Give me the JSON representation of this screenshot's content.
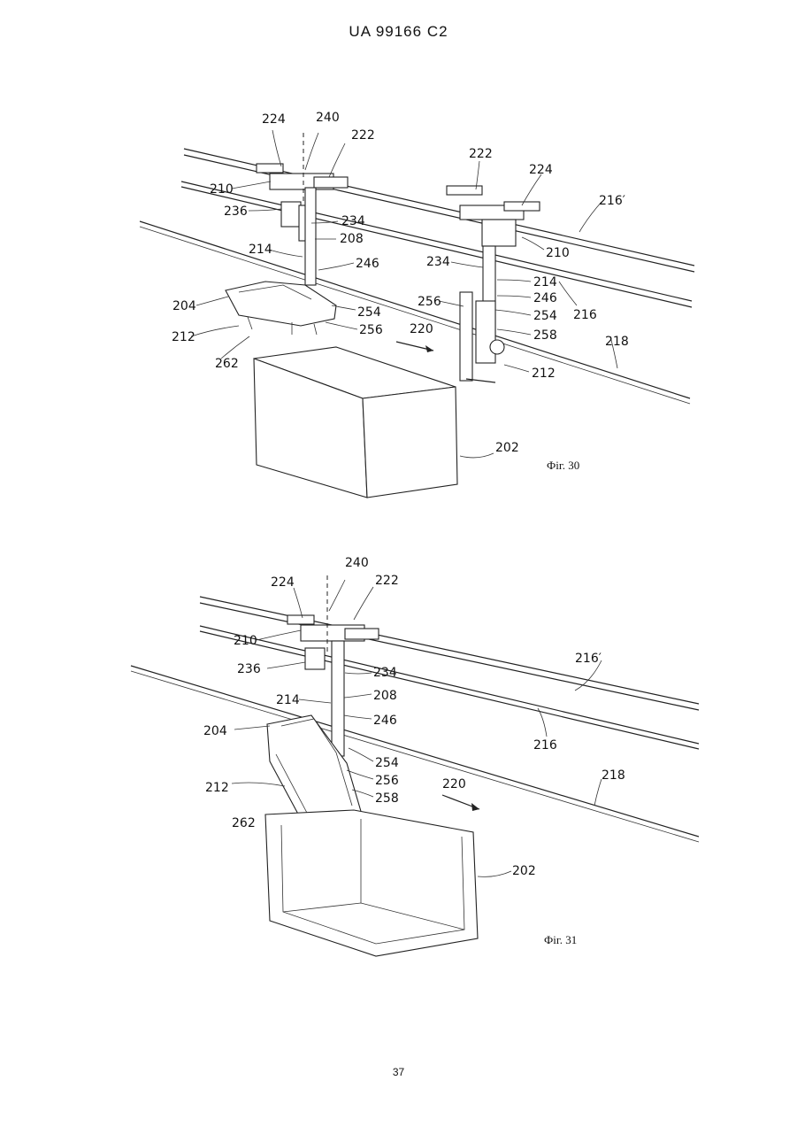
{
  "header": {
    "doc_id": "UA   99166   C2"
  },
  "figure30": {
    "caption": "Фіг. 30",
    "labels": {
      "l224a": "224",
      "l240": "240",
      "l222a": "222",
      "l210a": "210",
      "l236": "236",
      "l234a": "234",
      "l208": "208",
      "l214a": "214",
      "l246a": "246",
      "l204": "204",
      "l254a": "254",
      "l212a": "212",
      "l256a": "256",
      "l262": "262",
      "l220": "220",
      "l222b": "222",
      "l224b": "224",
      "l216p": "216′",
      "l210b": "210",
      "l234b": "234",
      "l214b": "214",
      "l256b": "256",
      "l246b": "246",
      "l254b": "254",
      "l258": "258",
      "l216": "216",
      "l218": "218",
      "l212b": "212",
      "l202": "202"
    }
  },
  "figure31": {
    "caption": "Фіг. 31",
    "labels": {
      "l240": "240",
      "l224": "224",
      "l222": "222",
      "l210": "210",
      "l236": "236",
      "l234": "234",
      "l216p": "216′",
      "l214": "214",
      "l208": "208",
      "l246": "246",
      "l204": "204",
      "l216": "216",
      "l254": "254",
      "l256": "256",
      "l212": "212",
      "l258": "258",
      "l220": "220",
      "l218": "218",
      "l262": "262",
      "l202": "202"
    }
  },
  "footer": {
    "page_number": "37"
  }
}
